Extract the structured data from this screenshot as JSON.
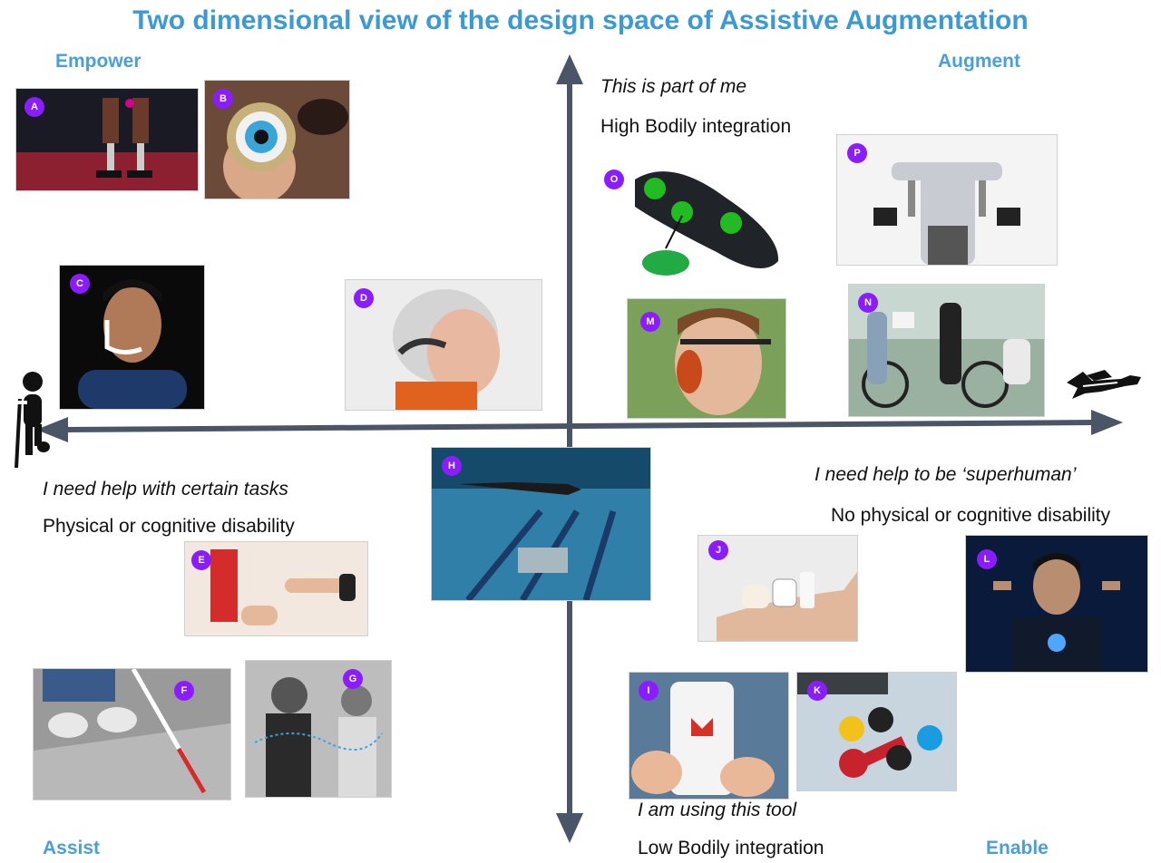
{
  "title": "Two dimensional view of the design space of Assistive Augmentation",
  "quadrants": {
    "top_left": "Empower",
    "top_right": "Augment",
    "bottom_left": "Assist",
    "bottom_right": "Enable"
  },
  "captions": {
    "top_quote": "This is part of me",
    "top_desc": "High Bodily integration",
    "left_quote": "I need help with certain tasks",
    "left_desc": "Physical or cognitive disability",
    "right_quote": "I need help to be ‘superhuman’",
    "right_desc": "No physical or cognitive disability",
    "bottom_quote": "I am using this tool",
    "bottom_desc": "Low Bodily integration"
  },
  "photos": [
    {
      "label": "A",
      "subject": "prosthetic legs on stage"
    },
    {
      "label": "B",
      "subject": "bionic eye implant held between fingers"
    },
    {
      "label": "C",
      "subject": "man wearing jaw mounted device"
    },
    {
      "label": "D",
      "subject": "elderly woman with bone conduction headset"
    },
    {
      "label": "E",
      "subject": "finger worn reading device"
    },
    {
      "label": "F",
      "subject": "white cane on street"
    },
    {
      "label": "G",
      "subject": "two people communicating with signals"
    },
    {
      "label": "H",
      "subject": "swimmer with robot in pool"
    },
    {
      "label": "I",
      "subject": "phone showing email app"
    },
    {
      "label": "J",
      "subject": "small sensors on palm"
    },
    {
      "label": "K",
      "subject": "colorful sticker circuits"
    },
    {
      "label": "L",
      "subject": "man with wearable camera pendant"
    },
    {
      "label": "M",
      "subject": "man wearing smart glasses with ear device"
    },
    {
      "label": "N",
      "subject": "people with bicycle and headset"
    },
    {
      "label": "O",
      "subject": "shoe insole with sensors"
    },
    {
      "label": "P",
      "subject": "man with extra robotic arms"
    }
  ],
  "colors": {
    "title": "#3b9ad6",
    "quadrant_label": "#4a9fd8",
    "axis": "#4a5568",
    "badge": "#8a1cff"
  }
}
